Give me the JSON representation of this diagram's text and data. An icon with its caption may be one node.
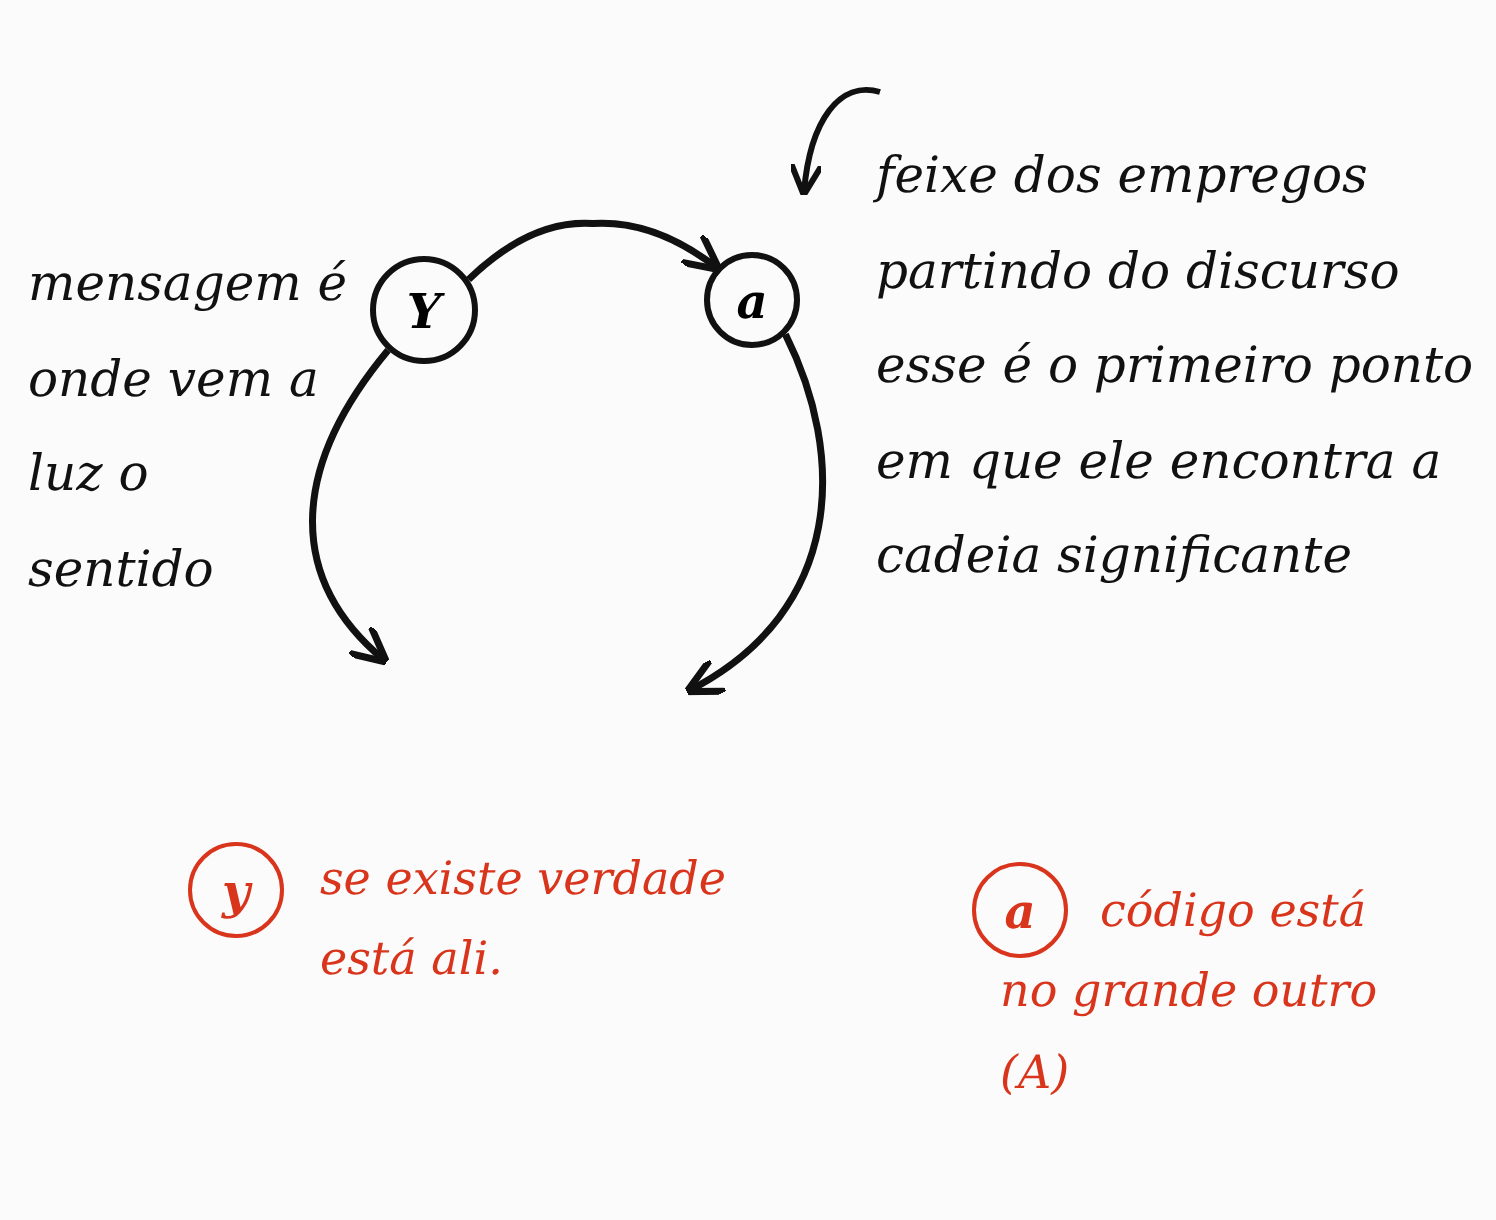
{
  "diagram": {
    "nodes": [
      {
        "text": [
          "Y"
        ]
      },
      {
        "text": [
          "a"
        ]
      },
      {
        "text": [
          "y"
        ],
        "beside": [
          "se existe verdade está ali."
        ]
      },
      {
        "text": [
          "a"
        ],
        "beside": [
          "código está no grande outro (A)"
        ]
      }
    ],
    "edges": [
      {
        "from": 0,
        "to": 1,
        "arrow": "to"
      },
      {
        "from": 0,
        "to": null,
        "arrow": "to"
      },
      {
        "from": 1,
        "to": null,
        "arrow": "to"
      }
    ],
    "labels": [
      "mensagem é onde vem a luz o sentido",
      "feixe dos empregos partindo do discurso esse é o primeiro ponto em que ele encontra a cadeia significante"
    ]
  }
}
